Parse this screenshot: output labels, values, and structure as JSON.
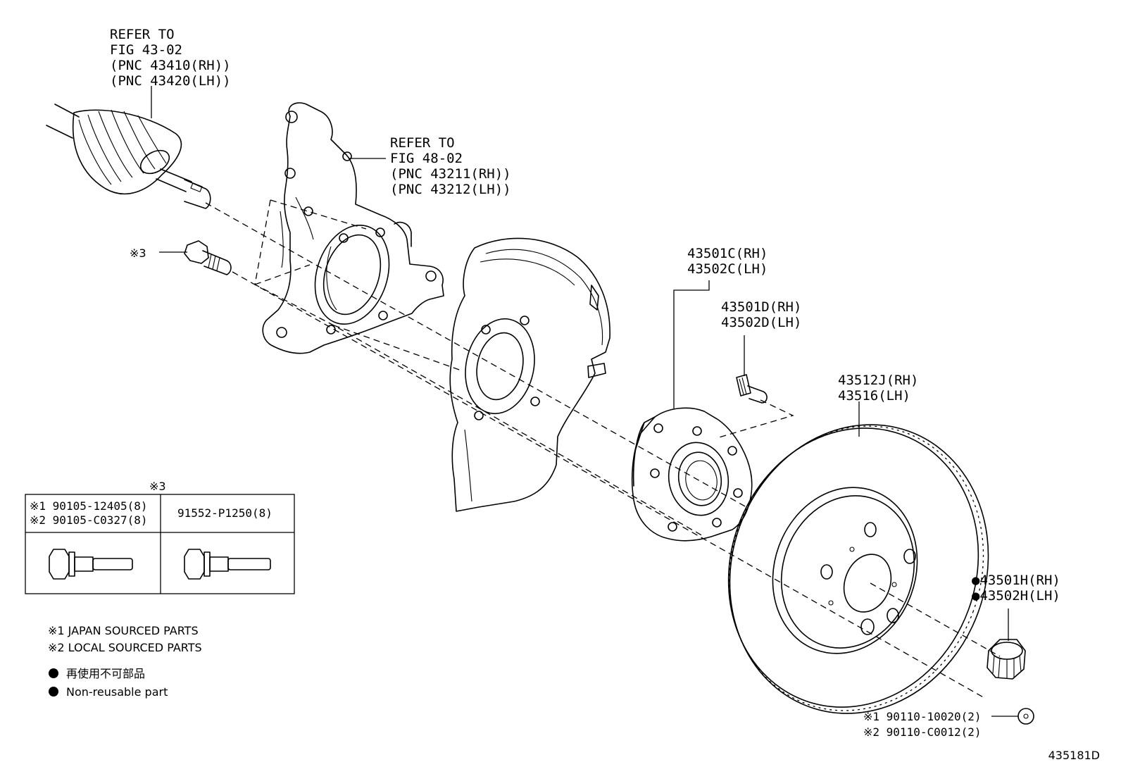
{
  "diagram_id": "435181D",
  "callouts": {
    "driveshaft": [
      "REFER TO",
      "FIG 43-02",
      "(PNC 43410(RH))",
      "(PNC 43420(LH))"
    ],
    "knuckle": [
      "REFER TO",
      "FIG 48-02",
      "(PNC 43211(RH))",
      "(PNC 43212(LH))"
    ],
    "hub": [
      "43501C(RH)",
      "43502C(LH)"
    ],
    "hub_bolt": [
      "43501D(RH)",
      "43502D(LH)"
    ],
    "rotor": [
      "43512J(RH)",
      "43516(LH)"
    ],
    "hub_nut": [
      "●43501H(RH)",
      "●43502H(LH)"
    ],
    "screw": [
      "※1 90110-10020(2)",
      "※2 90110-C0012(2)"
    ],
    "bolt_ref": "※3"
  },
  "bolt_table": {
    "title": "※3",
    "left_col": [
      "※1 90105-12405(8)",
      "※2 90105-C0327(8)"
    ],
    "right_col": [
      "91552-P1250(8)"
    ]
  },
  "legend": {
    "japan": "※1 JAPAN SOURCED PARTS",
    "local": "※2 LOCAL SOURCED PARTS",
    "non_reusable_jp": "再使用不可部品",
    "non_reusable_en": "Non-reusable part"
  }
}
